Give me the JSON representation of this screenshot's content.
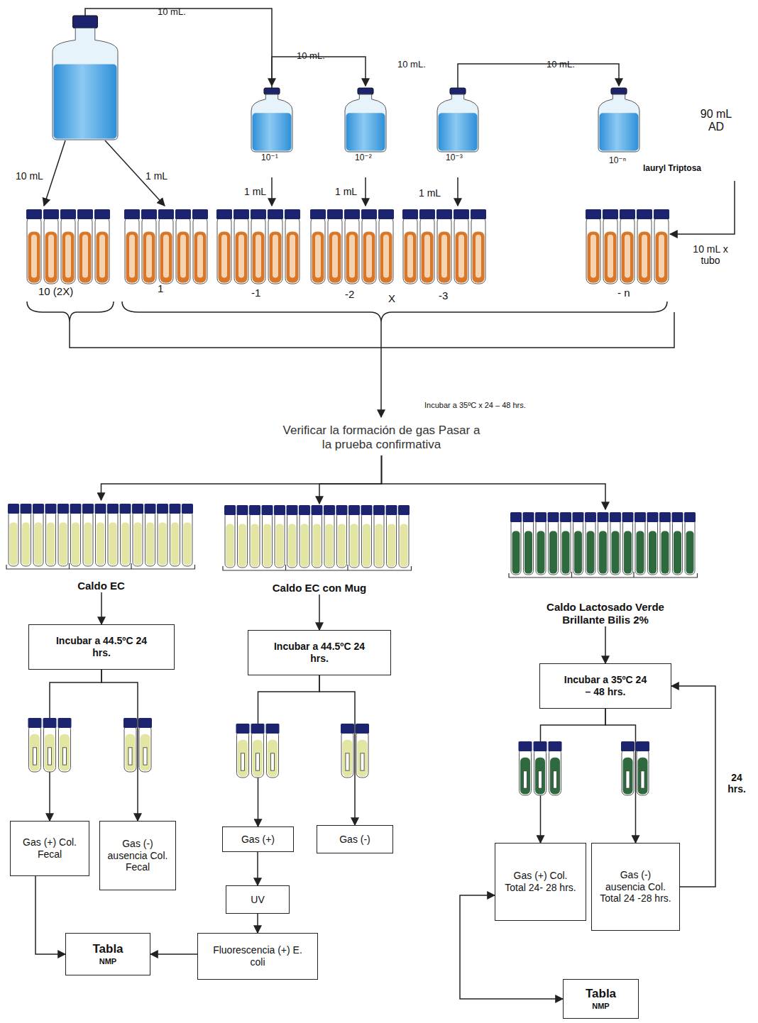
{
  "diagram": {
    "nodes": [
      {
        "text": [
          "Verificar la formación de gas Pasar a la prueba confirmativa"
        ]
      },
      {
        "text": [
          "Caldo EC"
        ]
      },
      {
        "text": [
          "Caldo EC con Mug"
        ]
      },
      {
        "text": [
          "Caldo Lactosado Verde Brillante Bilis 2%"
        ]
      },
      {
        "text": [
          "Incubar a 44.5ºC 24 hrs."
        ]
      },
      {
        "text": [
          "Incubar a 44.5ºC 24 hrs."
        ]
      },
      {
        "text": [
          "Incubar a 35ºC 24 – 48 hrs."
        ]
      },
      {
        "text": [
          "Gas (+) Col. Fecal"
        ]
      },
      {
        "text": [
          "Gas (-) ausencia Col. Fecal"
        ]
      },
      {
        "text": [
          "Gas (+)"
        ]
      },
      {
        "text": [
          "Gas (-)"
        ]
      },
      {
        "text": [
          "UV"
        ]
      },
      {
        "text": [
          "Fluorescencia (+) E. coli"
        ]
      },
      {
        "text": [
          "Gas (+) Col. Total 24- 28 hrs."
        ]
      },
      {
        "text": [
          "Gas (-) ausencia Col. Total 24 -28 hrs."
        ]
      },
      {
        "text": [
          "Tabla",
          "NMP"
        ]
      },
      {
        "text": [
          "Tabla",
          "NMP"
        ]
      }
    ],
    "edges": [
      {
        "from": 0,
        "to": 1,
        "arrow": "to"
      },
      {
        "from": 0,
        "to": 2,
        "arrow": "to"
      },
      {
        "from": 0,
        "to": 3,
        "arrow": "to"
      },
      {
        "from": 1,
        "to": 4,
        "arrow": "to"
      },
      {
        "from": 2,
        "to": 5,
        "arrow": "to"
      },
      {
        "from": 3,
        "to": 6,
        "arrow": "to"
      },
      {
        "from": 4,
        "to": 7,
        "arrow": "to"
      },
      {
        "from": 4,
        "to": 8,
        "arrow": "to"
      },
      {
        "from": 5,
        "to": 9,
        "arrow": "to"
      },
      {
        "from": 5,
        "to": 10,
        "arrow": "to"
      },
      {
        "from": 6,
        "to": 13,
        "arrow": "to"
      },
      {
        "from": 6,
        "to": 14,
        "arrow": "to"
      },
      {
        "from": 7,
        "to": 15,
        "arrow": "to"
      },
      {
        "from": 9,
        "to": 11,
        "arrow": "to"
      },
      {
        "from": 11,
        "to": 12,
        "arrow": "to"
      },
      {
        "from": 12,
        "to": 15,
        "arrow": "to"
      },
      {
        "from": 14,
        "to": 6,
        "label": "24 hrs.",
        "arrow": "to"
      },
      {
        "from": 13,
        "to": 16,
        "arrow": "both"
      }
    ],
    "labels": [
      "10 mL.",
      "10 mL.",
      "10 mL.",
      "10 mL.",
      "90 mL AD",
      "10 mL",
      "1 mL",
      "10⁻¹",
      "1 mL",
      "10⁻²",
      "1 mL",
      "10⁻³",
      "1 mL",
      "10⁻ⁿ",
      "lauryl Triptosa",
      "10 mL x tubo",
      "10 (2X)",
      "1",
      "-1",
      "-2",
      "X",
      "-3",
      "- n",
      "Incubar a 35ºC x 24 – 48 hrs."
    ]
  }
}
